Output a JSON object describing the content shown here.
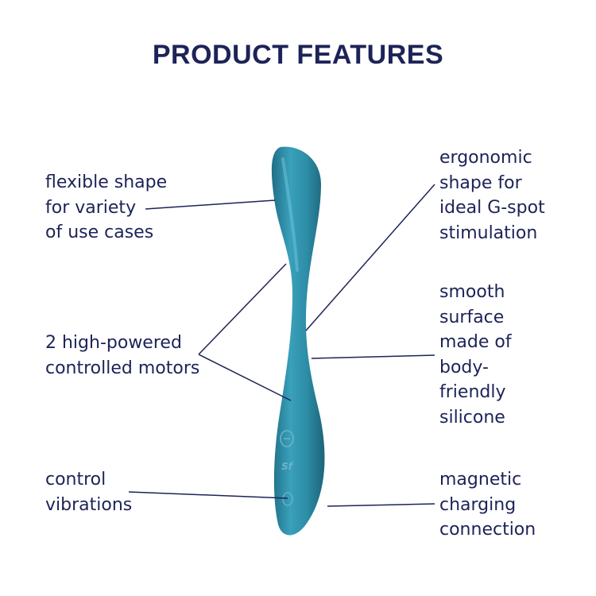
{
  "page": {
    "title": "PRODUCT FEATURES"
  },
  "features": {
    "flexible_shape": "flexible shape\nfor variety\nof use cases",
    "motors": "2 high-powered\ncontrolled motors",
    "control": "control\nvibrations",
    "ergonomic": "ergonomic\nshape for\nideal G-spot\nstimulation",
    "surface": "smooth\nsurface\nmade of\nbody-\nfriendly\nsilicone",
    "charging": "magnetic\ncharging\nconnection"
  },
  "product": {
    "body_color": "#2e8ea8",
    "logo_text": "Sf"
  },
  "colors": {
    "text": "#1d2358",
    "lines": "#1d2358"
  }
}
